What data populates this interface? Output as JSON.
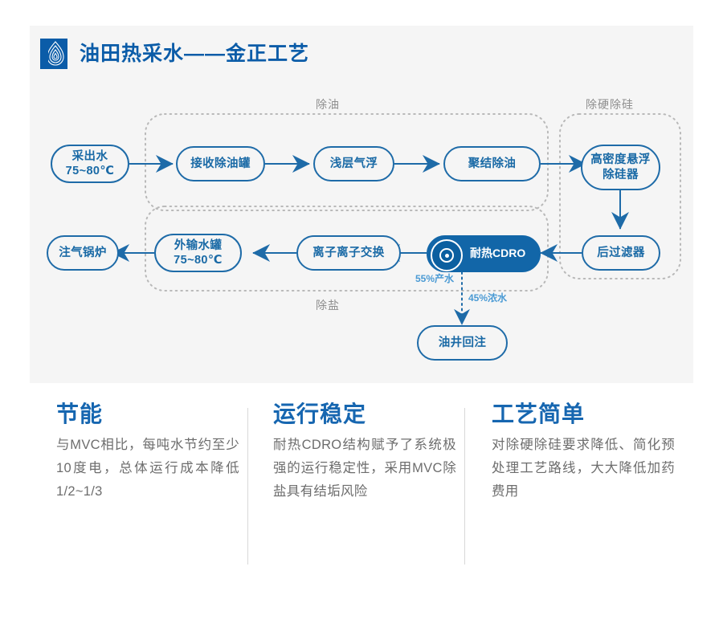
{
  "header": {
    "logo_icon": "water-ripple-logo",
    "title": "油田热采水——金正工艺"
  },
  "diagram": {
    "groups": [
      {
        "id": "deoiling",
        "label": "除油"
      },
      {
        "id": "hardness-silica-removal",
        "label": "除硬除硅"
      },
      {
        "id": "desalination",
        "label": "除盐"
      }
    ],
    "nodes": [
      {
        "id": "produced-water",
        "label": "采出水\n75~80℃"
      },
      {
        "id": "receiving-deoiling-tank",
        "label": "接收除油罐"
      },
      {
        "id": "shallow-air-flotation",
        "label": "浅层气浮"
      },
      {
        "id": "coalescing-deoiling",
        "label": "聚结除油"
      },
      {
        "id": "high-density-suspended-desilication",
        "label": "高密度悬浮\n除硅器"
      },
      {
        "id": "post-filter",
        "label": "后过滤器"
      },
      {
        "id": "heat-resistant-cdro",
        "label": "耐热CDRO",
        "icon": "ring-target-icon"
      },
      {
        "id": "ion-exchange",
        "label": "离子离子交换"
      },
      {
        "id": "export-water-tank",
        "label": "外输水罐\n75~80℃"
      },
      {
        "id": "steam-injection-boiler",
        "label": "注气锅炉"
      },
      {
        "id": "oil-well-reinjection",
        "label": "油井回注"
      }
    ],
    "flow_labels": [
      {
        "id": "permeate",
        "label": "55%产水"
      },
      {
        "id": "concentrate",
        "label": "45%浓水"
      }
    ]
  },
  "features": [
    {
      "id": "energy-saving",
      "title": "节能",
      "body": "与MVC相比，每吨水节约至少10度电，总体运行成本降低1/2~1/3"
    },
    {
      "id": "stable-operation",
      "title": "运行稳定",
      "body": "耐热CDRO结构赋予了系统极强的运行稳定性，采用MVC除盐具有结垢风险"
    },
    {
      "id": "simple-process",
      "title": "工艺简单",
      "body": "对除硬除硅要求降低、简化预处理工艺路线，大大降低加药费用"
    }
  ],
  "colors": {
    "brand_blue": "#0b5ca8",
    "node_stroke": "#1e6ba8",
    "cdro_fill": "#1266a8",
    "panel_bg": "#f5f5f5",
    "group_label": "#8e8e8e",
    "flow_label": "#4a9ad4",
    "body_text": "#6d6d6d"
  }
}
